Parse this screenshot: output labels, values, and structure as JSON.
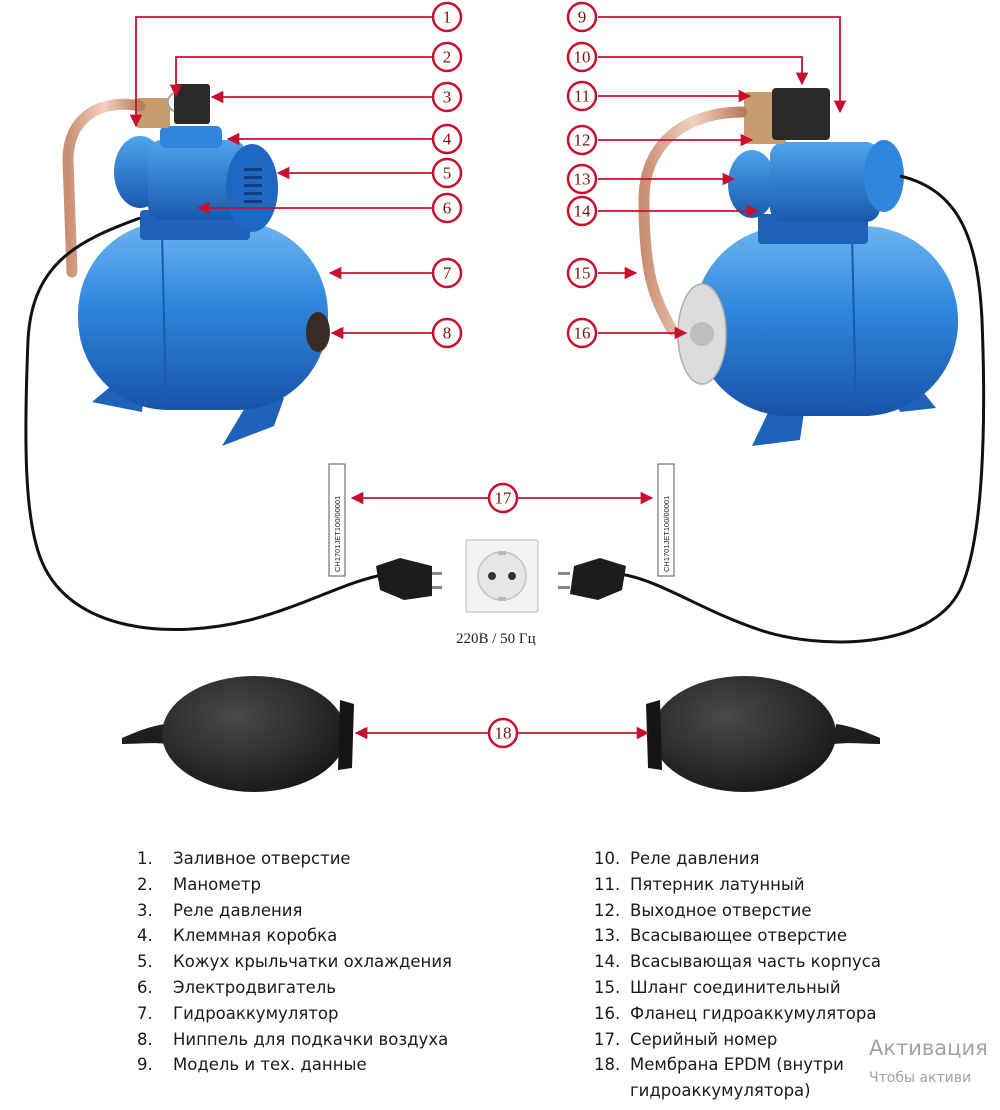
{
  "callouts": {
    "c1": "1",
    "c2": "2",
    "c3": "3",
    "c4": "4",
    "c5": "5",
    "c6": "6",
    "c7": "7",
    "c8": "8",
    "c9": "9",
    "c10": "10",
    "c11": "11",
    "c12": "12",
    "c13": "13",
    "c14": "14",
    "c15": "15",
    "c16": "16",
    "c17": "17",
    "c18": "18"
  },
  "serial_left": "CH1701JET100/00001",
  "serial_right": "CH1701JET100/00001",
  "voltage_label": "220В / 50 Гц",
  "legend_left": [
    {
      "num": "1.",
      "text": "Заливное отверстие"
    },
    {
      "num": "2.",
      "text": "Манометр"
    },
    {
      "num": "3.",
      "text": "Реле давления"
    },
    {
      "num": "4.",
      "text": "Клеммная коробка"
    },
    {
      "num": "5.",
      "text": "Кожух крыльчатки охлаждения"
    },
    {
      "num": "6.",
      "text": "Электродвигатель"
    },
    {
      "num": "7.",
      "text": "Гидроаккумулятор"
    },
    {
      "num": "8.",
      "text": "Ниппель для подкачки воздуха"
    },
    {
      "num": "9.",
      "text": "Модель и тех. данные"
    }
  ],
  "legend_right": [
    {
      "num": "10.",
      "text": "Реле давления"
    },
    {
      "num": "11.",
      "text": "Пятерник латунный"
    },
    {
      "num": "12.",
      "text": "Выходное отверстие"
    },
    {
      "num": "13.",
      "text": "Всасывающее отверстие"
    },
    {
      "num": "14.",
      "text": "Всасывающая часть корпуса"
    },
    {
      "num": "15.",
      "text": "Шланг соединительный"
    },
    {
      "num": "16.",
      "text": "Фланец гидроаккумулятора"
    },
    {
      "num": "17.",
      "text": "Серийный номер"
    },
    {
      "num": "18.",
      "text": "Мембрана EPDM (внутри\nгидроаккумулятора)"
    }
  ],
  "watermark": {
    "title": "Активация",
    "subtitle": "Чтобы активи"
  },
  "colors": {
    "callout_red": "#c8102e",
    "tank_blue": "#2c7fd6",
    "membrane_black": "#1e1e1e"
  }
}
